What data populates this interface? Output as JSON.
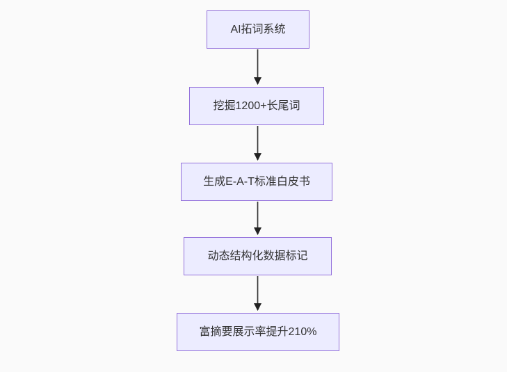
{
  "diagram": {
    "type": "flowchart",
    "direction": "top-down",
    "nodes": [
      {
        "label": "AI拓词系统"
      },
      {
        "label": "挖掘1200+长尾词"
      },
      {
        "label": "生成E-A-T标准白皮书"
      },
      {
        "label": "动态结构化数据标记"
      },
      {
        "label": "富摘要展示率提升210%"
      }
    ],
    "edges": [
      {
        "from": "AI拓词系统",
        "to": "挖掘1200+长尾词",
        "style": "arrow-down"
      },
      {
        "from": "挖掘1200+长尾词",
        "to": "生成E-A-T标准白皮书",
        "style": "arrow-down"
      },
      {
        "from": "生成E-A-T标准白皮书",
        "to": "动态结构化数据标记",
        "style": "arrow-down"
      },
      {
        "from": "动态结构化数据标记",
        "to": "富摘要展示率提升210%",
        "style": "arrow-down"
      }
    ],
    "colors": {
      "background": "#FAFAFA",
      "node_fill": "#ECECFF",
      "node_border": "#9370DB",
      "node_text": "#333333",
      "edge_line": "#333333",
      "arrowhead": "#222222"
    }
  }
}
